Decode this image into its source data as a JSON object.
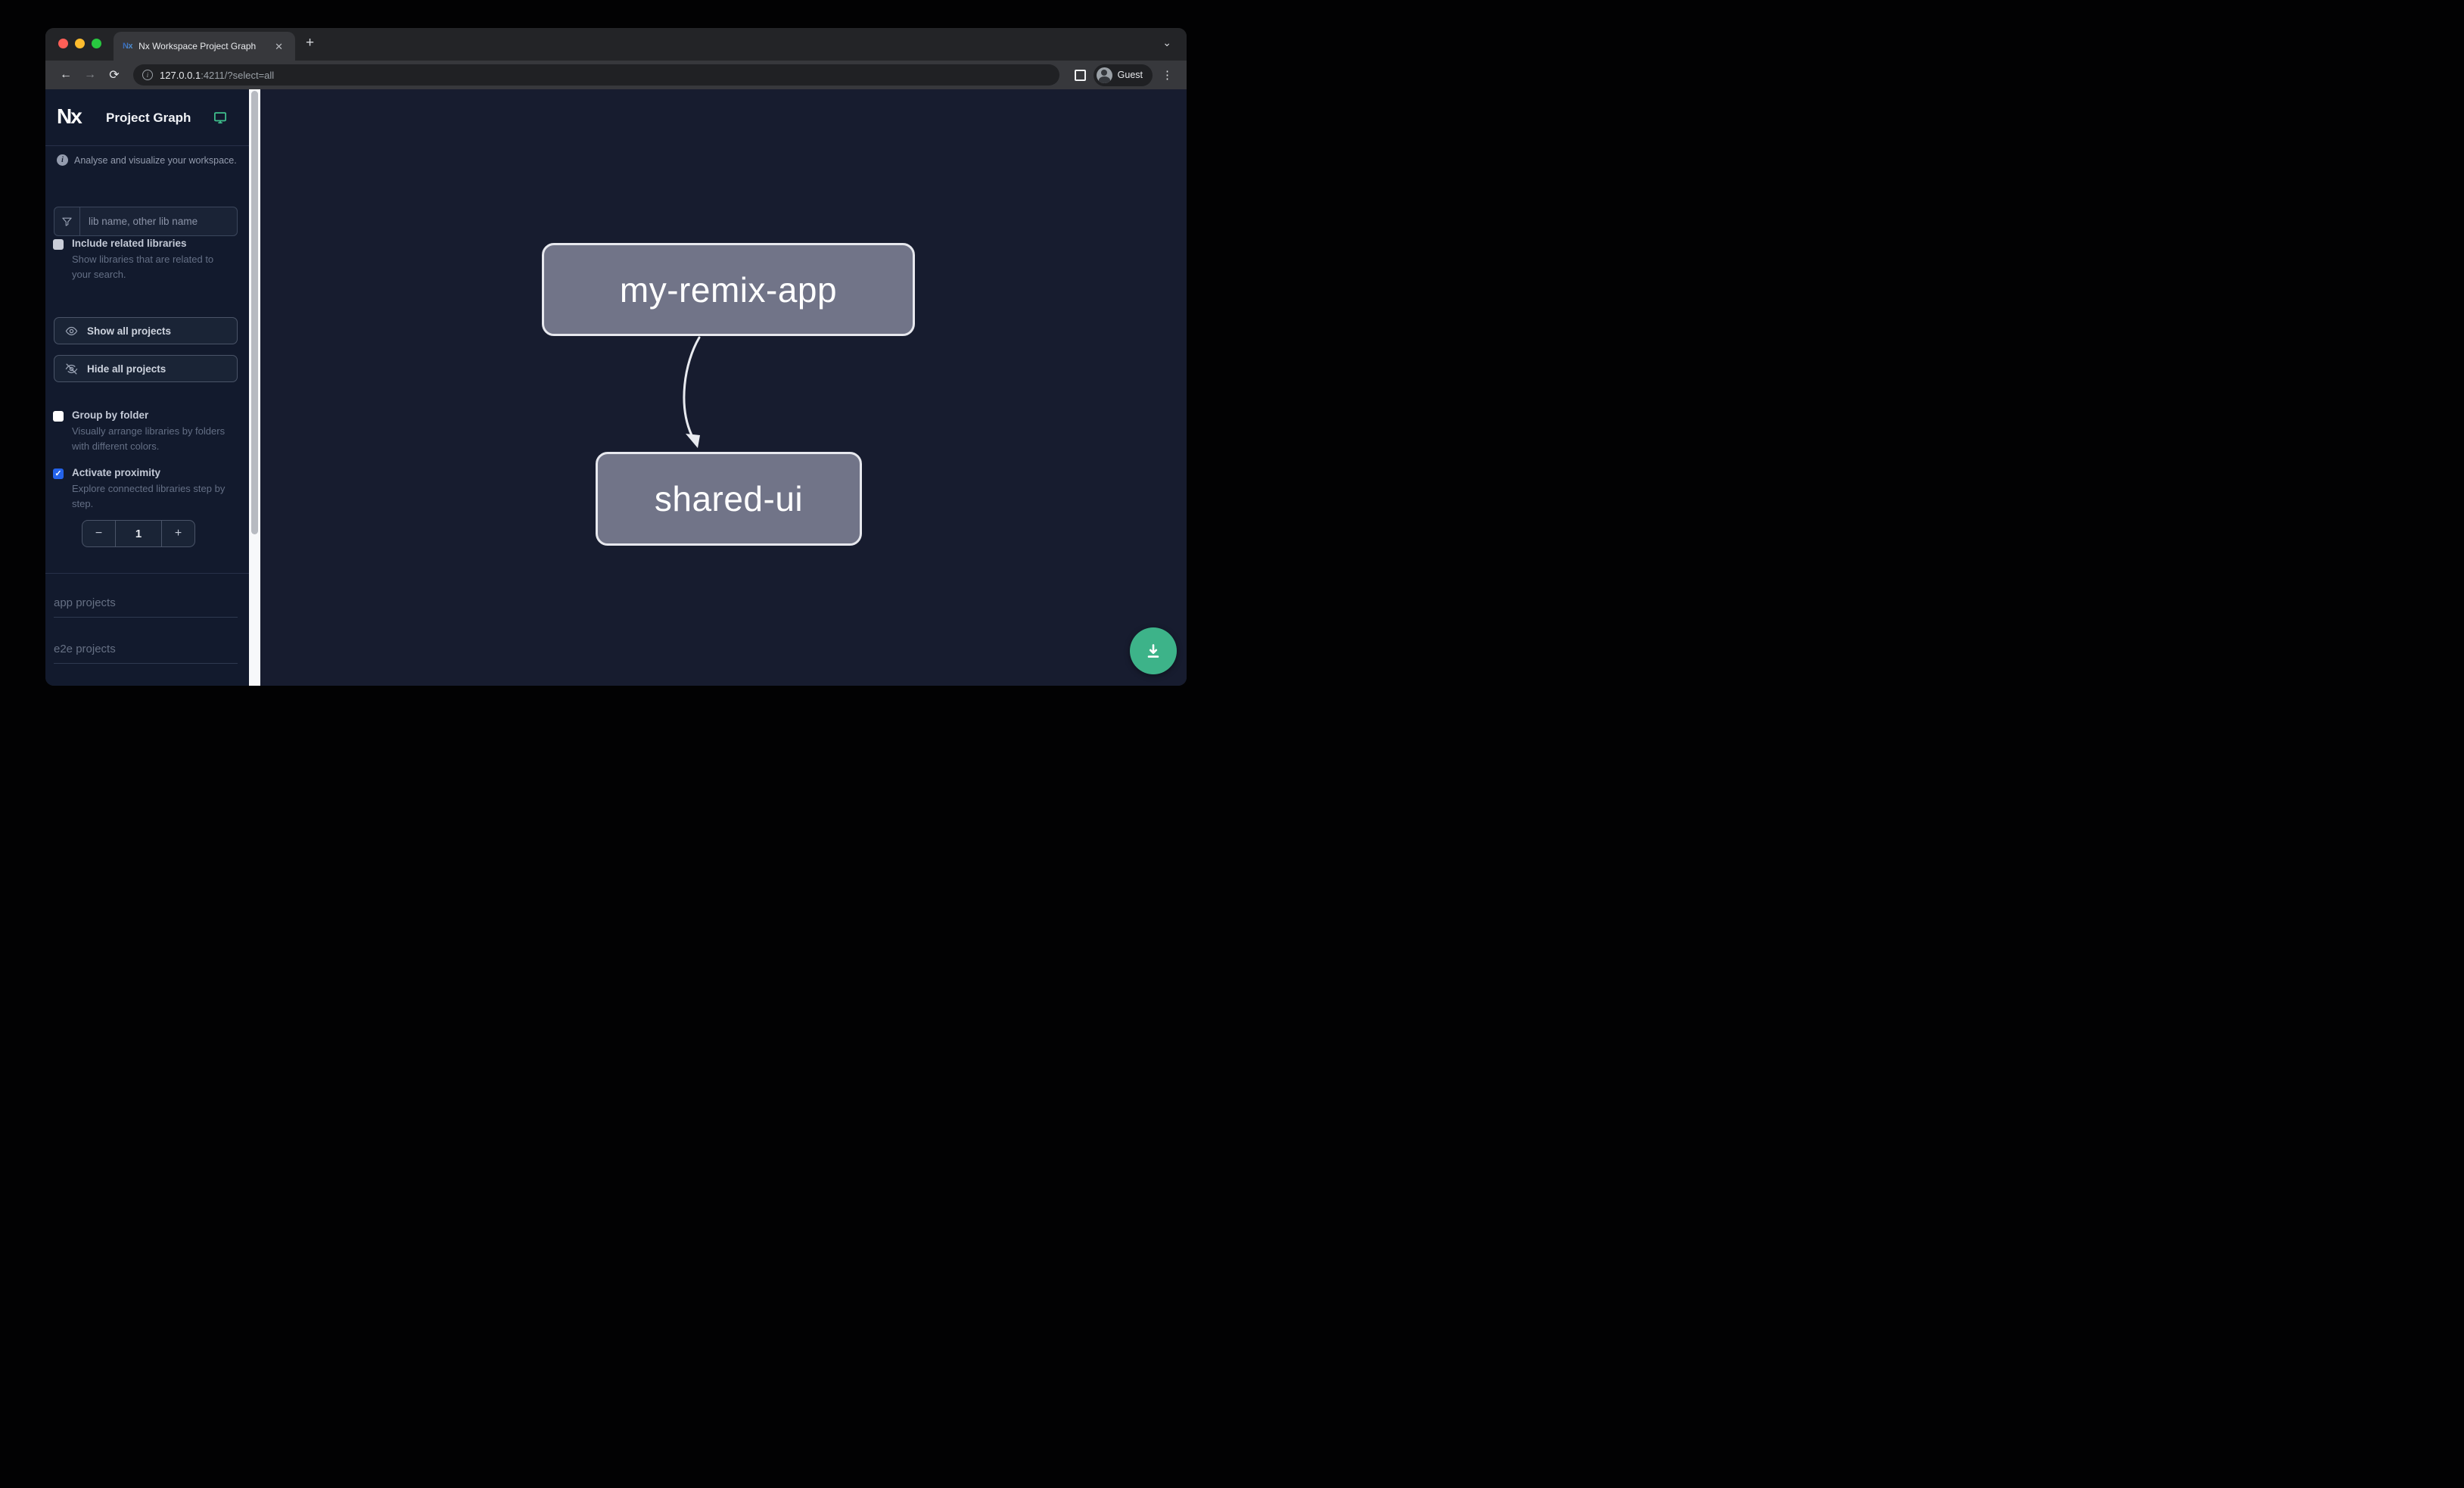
{
  "browser": {
    "tab_title": "Nx Workspace Project Graph",
    "url_host": "127.0.0.1",
    "url_rest": ":4211/?select=all",
    "profile_label": "Guest",
    "icons": {
      "close": "✕",
      "new_tab": "+",
      "chevron_down": "⌄",
      "back": "←",
      "forward": "→",
      "reload": "⟳",
      "menu_dots": "⋮",
      "info": "i"
    }
  },
  "sidebar": {
    "logo_text": "Nx",
    "title": "Project Graph",
    "tagline": "Analyse and visualize your workspace.",
    "search_placeholder": "lib name, other lib name",
    "checkboxes": [
      {
        "label": "Include related libraries",
        "description": "Show libraries that are related to your search.",
        "checked": false
      },
      {
        "label": "Group by folder",
        "description": "Visually arrange libraries by folders with different colors.",
        "checked": false
      },
      {
        "label": "Activate proximity",
        "description": "Explore connected libraries step by step.",
        "checked": true
      }
    ],
    "buttons": [
      {
        "label": "Show all projects",
        "icon": "eye-icon"
      },
      {
        "label": "Hide all projects",
        "icon": "eye-off-icon"
      }
    ],
    "stepper": {
      "decrease_label": "−",
      "value": "1",
      "increase_label": "+"
    },
    "sections": [
      "app projects",
      "e2e projects"
    ],
    "checkmark": "✓",
    "info_glyph": "i"
  },
  "graph": {
    "nodes": [
      "my-remix-app",
      "shared-ui"
    ],
    "edges": [
      {
        "from": "my-remix-app",
        "to": "shared-ui"
      }
    ]
  },
  "colors": {
    "accent_green": "#3db389",
    "monitor_icon_green": "#3fc08d",
    "checkbox_checked_blue": "#2463eb",
    "node_fill": "#717488",
    "node_border": "#e7e8ee",
    "sidebar_bg": "#121a2d",
    "canvas_bg": "#171c2f",
    "traffic_red": "#ff5f57",
    "traffic_yellow": "#febc2e",
    "traffic_green": "#28c840"
  }
}
